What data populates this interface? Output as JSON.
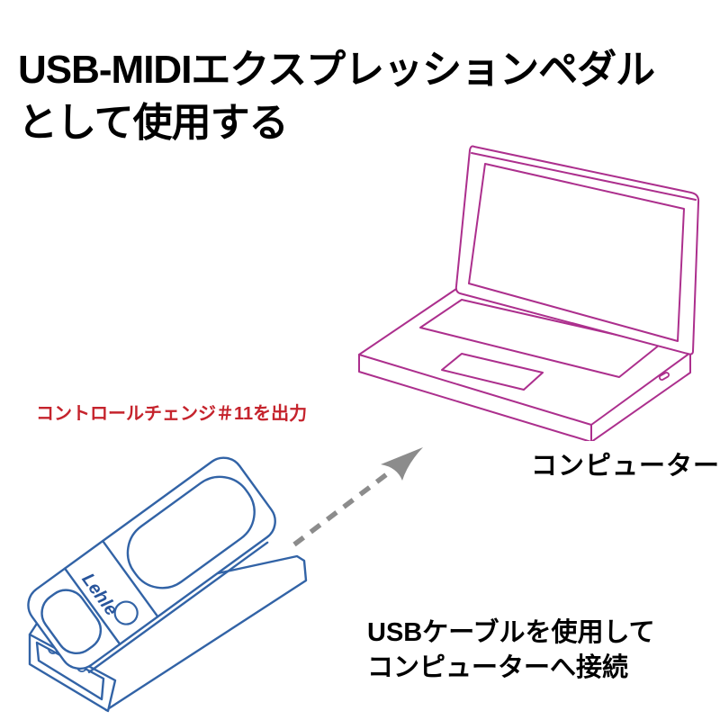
{
  "colors": {
    "background": "#ffffff",
    "title_text": "#000000",
    "pedal_line": "#3263a6",
    "pedal_logo": "#27549b",
    "laptop_line": "#ac2f8d",
    "arrow_gray": "#8c8c8c",
    "pedal_label_red": "#c5232c"
  },
  "title": {
    "line1": "USB-MIDIエクスプレッションペダル",
    "line2": "として使用する"
  },
  "pedal": {
    "output_label": "コントロールチェンジ＃11を出力",
    "brand": "Lehle"
  },
  "computer": {
    "label": "コンピューター"
  },
  "connection_note": {
    "line1": "USBケーブルを使用して",
    "line2": "コンピューターへ接続"
  }
}
